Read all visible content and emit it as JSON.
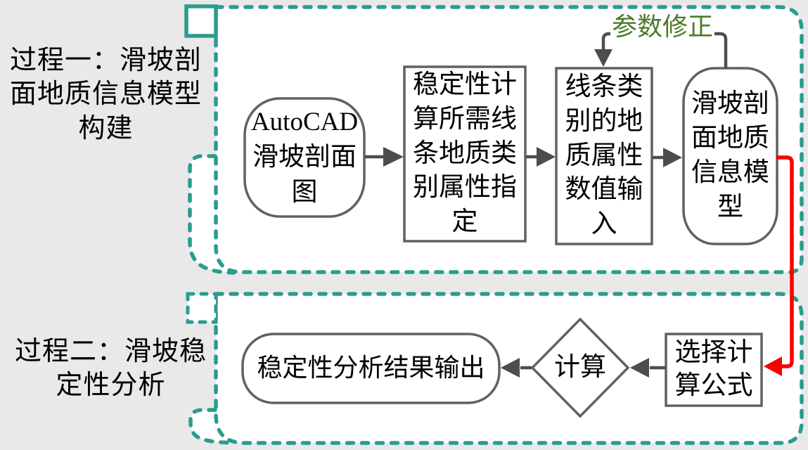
{
  "diagram": {
    "background_color": "#e9e9e9",
    "container_border_color": "#2a9c8e",
    "shape_border_color": "#616161",
    "arrow_color": "#4d4d4d",
    "red_arrow_color": "#fb0000",
    "feedback_text_color": "#4a7a28",
    "process1": {
      "title": "过程一：滑坡剖面地质信息模型构建",
      "feedback_label": "参数修正",
      "nodes": [
        {
          "label": "AutoCAD滑坡剖面图",
          "shape": "rounded-rectangle"
        },
        {
          "label": "稳定性计算所需线条地质类别属性指定",
          "shape": "rectangle"
        },
        {
          "label": "线条类别的地质属性数值输入",
          "shape": "rectangle"
        },
        {
          "label": "滑坡剖面地质信息模型",
          "shape": "rounded-rectangle"
        }
      ]
    },
    "process2": {
      "title": "过程二：滑坡稳定性分析",
      "nodes": [
        {
          "label": "选择计算公式",
          "shape": "rectangle"
        },
        {
          "label": "计算",
          "shape": "diamond"
        },
        {
          "label": "稳定性分析结果输出",
          "shape": "stadium"
        }
      ]
    }
  }
}
